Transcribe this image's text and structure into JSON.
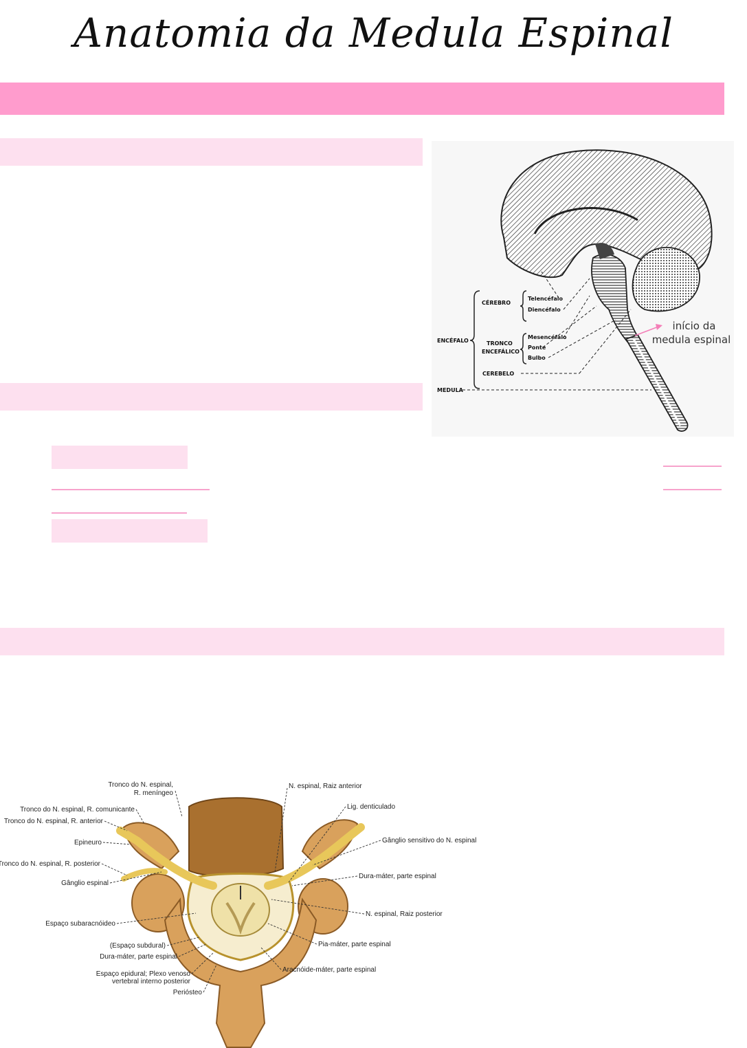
{
  "page_title": "Anatomia da Medula Espinal",
  "brain_figure": {
    "labels": {
      "cerebro": "CÉREBRO",
      "telencefalo": "Telencéfalo",
      "diencefalo": "Diencéfalo",
      "encefalo": "ENCÉFALO",
      "tronco_l1": "TRONCO",
      "tronco_l2": "ENCEFÁLICO",
      "mesencefalo": "Mesencéfalo",
      "ponte": "Ponte",
      "bulbo": "Bulbo",
      "cerebelo": "CEREBELO",
      "medula": "MEDULA"
    },
    "callout_line1": "início da",
    "callout_line2": "medula espinal",
    "colors": {
      "callout": "#f47fb8"
    }
  },
  "vertebra_figure": {
    "labels_left": [
      "Tronco do N. espinal,",
      "R. meníngeo",
      "Tronco do N. espinal, R. comunicante",
      "Tronco do N. espinal, R. anterior",
      "Epineuro",
      "Tronco do N. espinal, R. posterior",
      "Gânglio espinal",
      "Espaço subaracnóideo",
      "(Espaço subdural)",
      "Dura-máter, parte espinal",
      "Espaço epidural; Plexo venoso",
      "vertebral interno posterior",
      "Periósteo"
    ],
    "labels_right": [
      "N. espinal, Raiz anterior",
      "Lig. denticulado",
      "Gânglio sensitivo do N. espinal",
      "Dura-máter, parte espinal",
      "N. espinal, Raiz posterior",
      "Pia-máter, parte espinal",
      "Aracnóide-máter, parte espinal"
    ]
  },
  "colors": {
    "header_band": "#ff9ccd",
    "light_band": "#fde0ef",
    "underline": "#f7a3cc",
    "bone": "#d9a15c",
    "nerve": "#e8c75a"
  }
}
